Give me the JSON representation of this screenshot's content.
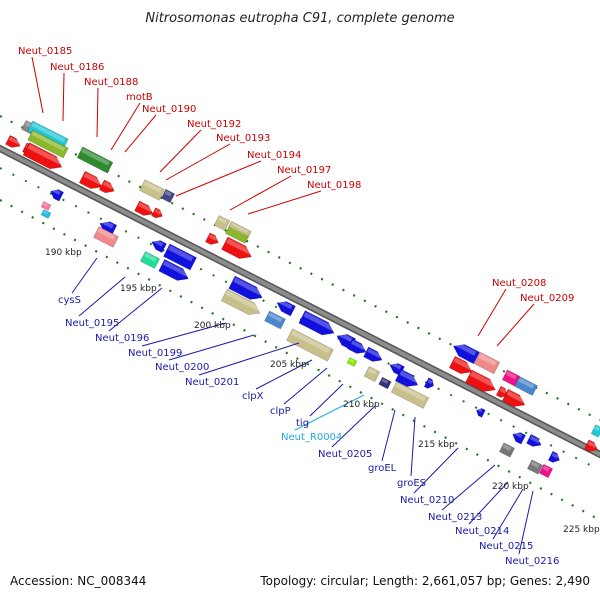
{
  "title": "Nitrosomonas eutropha C91, complete genome",
  "footer": {
    "accession": "Accession: NC_008344",
    "summary": "Topology: circular; Length: 2,661,057 bp; Genes: 2,490"
  },
  "colors": {
    "top_label": "#cc0000",
    "bottom_label": "#1a1aaa",
    "rna_label": "#22aadd",
    "backbone": "#8c8c8c",
    "backbone_edge": "#555555",
    "tick_mark": "#1f7a1f"
  },
  "position_ticks": [
    "190 kbp",
    "195 kbp",
    "200 kbp",
    "205 kbp",
    "210 kbp",
    "215 kbp",
    "220 kbp",
    "225 kbp"
  ],
  "top_labels": [
    "Neut_0185",
    "Neut_0186",
    "Neut_0188",
    "motB",
    "Neut_0190",
    "Neut_0192",
    "Neut_0193",
    "Neut_0194",
    "Neut_0197",
    "Neut_0198",
    "Neut_0208",
    "Neut_0209"
  ],
  "bottom_labels": [
    "cysS",
    "Neut_0195",
    "Neut_0196",
    "Neut_0199",
    "Neut_0200",
    "Neut_0201",
    "clpX",
    "clpP",
    "tig",
    "Neut_R0004",
    "Neut_0205",
    "groEL",
    "groES",
    "Neut_0210",
    "Neut_0213",
    "Neut_0214",
    "Neut_0215",
    "Neut_0216"
  ]
}
